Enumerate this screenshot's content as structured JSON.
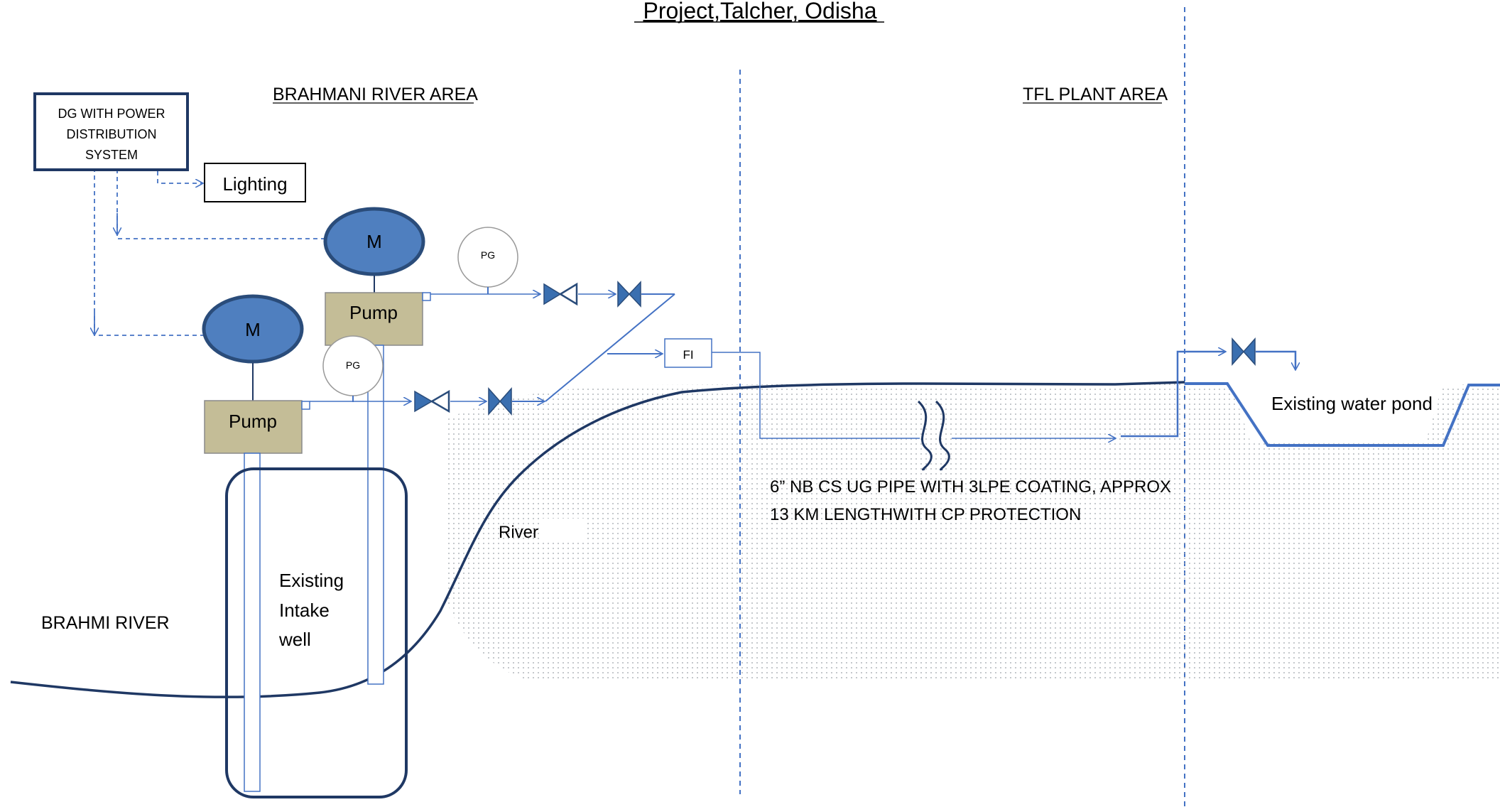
{
  "title": "Project,Talcher, Odisha",
  "areas": {
    "river_area": "BRAHMANI RIVER AREA",
    "plant_area": "TFL PLANT AREA"
  },
  "dg_box": {
    "line1": "DG WITH POWER",
    "line2": "DISTRIBUTION",
    "line3": "SYSTEM"
  },
  "lighting": "Lighting",
  "motor_label": "M",
  "pump_label": "Pump",
  "pressure_gauge": "PG",
  "flow_indicator": "FI",
  "intake_well": {
    "line1": "Existing",
    "line2": "Intake",
    "line3": "well"
  },
  "river_name": "BRAHMI RIVER",
  "river_bed_partial": "River b",
  "pipe_note": {
    "line1": "6” NB CS UG PIPE WITH 3LPE COATING, APPROX",
    "line2": "13 KM LENGTHWITH CP PROTECTION"
  },
  "pond": "Existing water pond",
  "colors": {
    "motor_fill": "#4f7fbf",
    "motor_stroke": "#2a4c7a",
    "pump_fill": "#c4bd97",
    "line_blue": "#4472c4",
    "dark_navy": "#1f3864",
    "valve": "#3a6fb0",
    "dots": "#9aa0a8"
  }
}
